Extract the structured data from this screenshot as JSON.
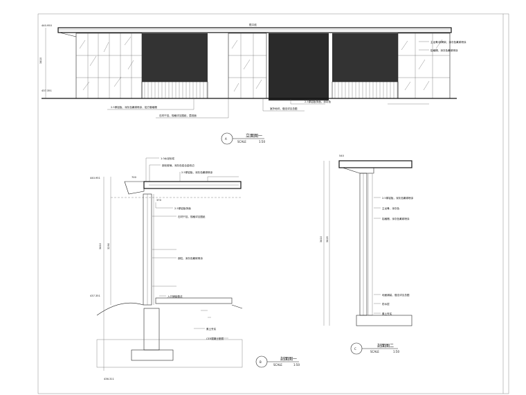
{
  "elevation": {
    "marker": "A",
    "title": "立面图一",
    "scale_label": "SCALE",
    "scale_value": "1:50",
    "top_level": "440.950",
    "ground_level": "437.351",
    "height_dim": "3410",
    "roof_label": "檐口线",
    "notes": [
      "2.5厚铝板，深灰色氟碳喷涂，铝方管格栅",
      "主龙骨/钢骨架，深灰色氟碳喷涂",
      "铝格栅，深灰色氟碳喷涂",
      "石材干挂，规格详见图纸，荔枝面",
      "2.5厚铝板饰面，深灰色",
      "室外地坪，做法详见总图"
    ]
  },
  "section_b": {
    "marker": "B",
    "title": "剖面图一",
    "scale_label": "SCALE",
    "scale_value": "1:50",
    "top_level": "440.951",
    "ground_level": "437.351",
    "bottom_level": "436.311",
    "dims": [
      "3410",
      "3290",
      "700",
      "370"
    ],
    "notes": [
      "1:3水泥砂浆",
      "钢化玻璃，深灰色铝合金收边",
      "2.5厚铝板，深灰色氟碳喷涂",
      "2.5厚铝板饰面",
      "石材干挂，规格详见图纸",
      "钢柱，深灰色氟碳喷涂",
      "入口铺装做法",
      "素土夯实",
      "C15混凝土垫层"
    ]
  },
  "section_c": {
    "marker": "C",
    "title": "剖面图二",
    "scale_label": "SCALE",
    "scale_value": "1:50",
    "dims": [
      "3410",
      "3420",
      "540"
    ],
    "notes": [
      "2.5厚铝板，深灰色氟碳喷涂",
      "主龙骨，深灰色",
      "铝格栅，深灰色氟碳喷涂",
      "地面铺装，做法详见总图",
      "防水层",
      "素土夯实"
    ]
  }
}
